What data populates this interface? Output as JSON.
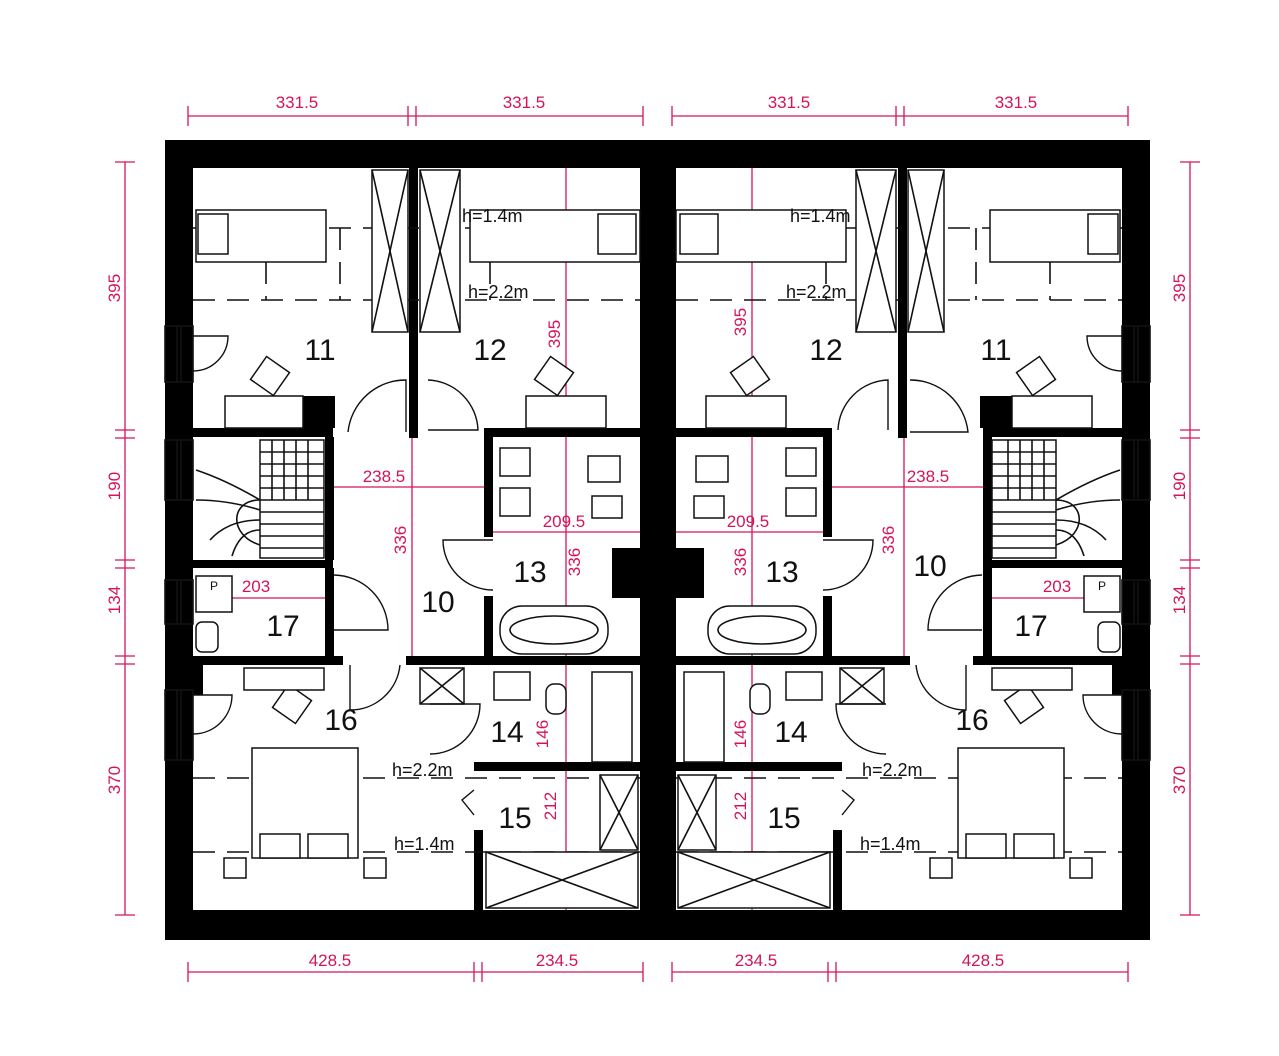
{
  "dimensions": {
    "top": [
      "331.5",
      "331.5",
      "331.5",
      "331.5"
    ],
    "bottom": [
      "428.5",
      "234.5",
      "234.5",
      "428.5"
    ],
    "left": [
      "395",
      "190",
      "134",
      "370"
    ],
    "right": [
      "395",
      "190",
      "134",
      "370"
    ],
    "interior": {
      "hall_width_left": "238.5",
      "hall_width_right": "238.5",
      "hall_height_left": "336",
      "hall_height_right": "336",
      "bath_width_left": "209.5",
      "bath_width_right": "209.5",
      "bath_height_left": "336",
      "bath_height_right": "336",
      "room12_height_left": "395",
      "room12_height_right": "395",
      "wc_width_left": "203",
      "wc_width_right": "203",
      "room14_height_left": "146",
      "room14_height_right": "146",
      "room15_height_left": "212",
      "room15_height_right": "212"
    }
  },
  "rooms_left": {
    "r11": "11",
    "r12": "12",
    "r10": "10",
    "r13": "13",
    "r17": "17",
    "r16": "16",
    "r14": "14",
    "r15": "15"
  },
  "rooms_right": {
    "r11": "11",
    "r12": "12",
    "r10": "10",
    "r13": "13",
    "r17": "17",
    "r16": "16",
    "r14": "14",
    "r15": "15"
  },
  "height_notes": {
    "h14": "h=1.4m",
    "h22": "h=2.2m"
  },
  "wc_mark": "P"
}
